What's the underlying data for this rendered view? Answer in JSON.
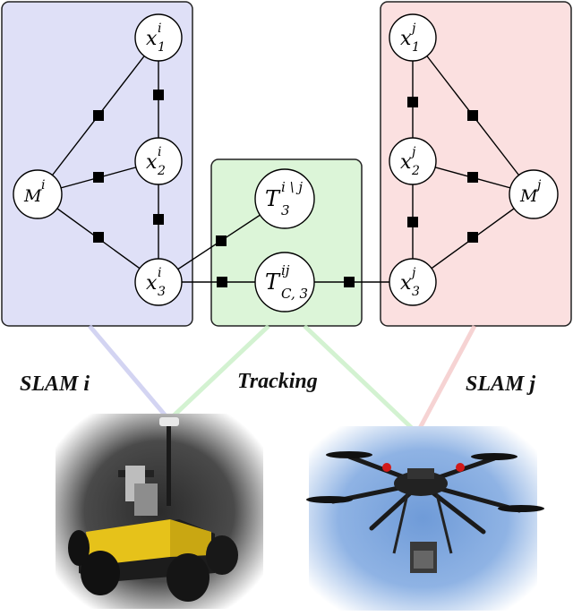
{
  "panels": {
    "slam_i": {
      "label": "SLAM i",
      "fill": "#dfe0f7",
      "stroke": "#222222"
    },
    "tracking": {
      "label": "Tracking",
      "fill": "#dcf5d8",
      "stroke": "#222222"
    },
    "slam_j": {
      "label": "SLAM j",
      "fill": "#fbe0e0",
      "stroke": "#222222"
    }
  },
  "nodes": {
    "x_i_1": {
      "base": "x",
      "sup": "i",
      "sub": "1"
    },
    "x_i_2": {
      "base": "x",
      "sup": "i",
      "sub": "2"
    },
    "x_i_3": {
      "base": "x",
      "sup": "i",
      "sub": "3"
    },
    "m_i": {
      "base": "M",
      "sup": "i",
      "sub": ""
    },
    "t_3_iminusj": {
      "base": "T",
      "sup": "i \\ j",
      "sub": "3"
    },
    "t_c3_ij": {
      "base": "T",
      "sup": "ij",
      "sub": "C, 3"
    },
    "x_j_1": {
      "base": "x",
      "sup": "j",
      "sub": "1"
    },
    "x_j_2": {
      "base": "x",
      "sup": "j",
      "sub": "2"
    },
    "x_j_3": {
      "base": "x",
      "sup": "j",
      "sub": "3"
    },
    "m_j": {
      "base": "M",
      "sup": "j",
      "sub": ""
    }
  },
  "photos": {
    "robot": "ground-robot-photo",
    "drone": "hexacopter-drone-photo"
  }
}
